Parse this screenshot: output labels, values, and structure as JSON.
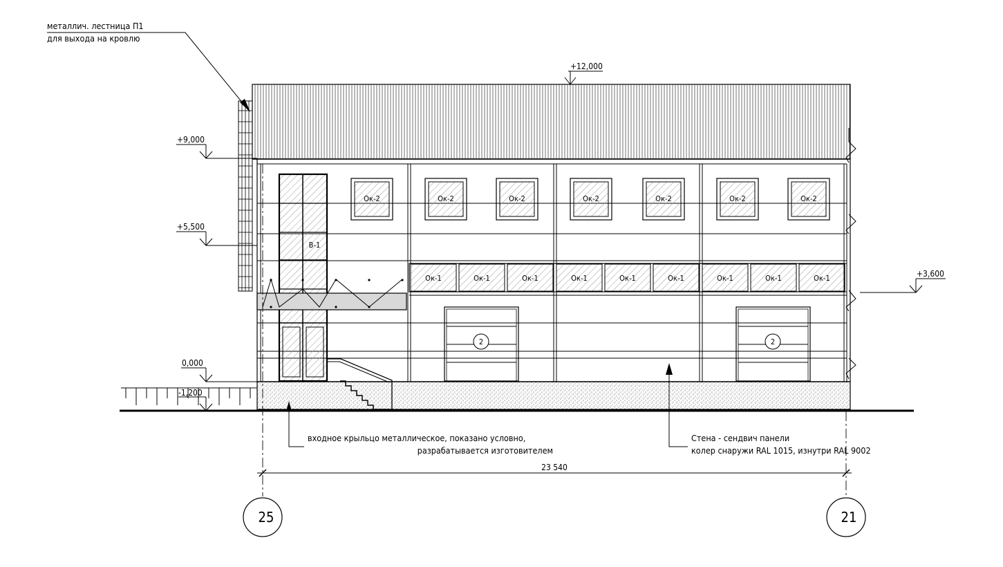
{
  "notes": {
    "ladder_line1": "металлич. лестница П1",
    "ladder_line2": "для выхода на кровлю",
    "porch_line1": "входное крыльцо металлическое, показано условно,",
    "porch_line2": "разрабатывается изготовителем",
    "wall_line1": "Стена - сендвич панели",
    "wall_line2": "колер снаружи RAL 1015, изнутри RAL 9002"
  },
  "levels": {
    "roof": "+12,000",
    "eave": "+9,000",
    "mid": "+5,500",
    "floor": "0,000",
    "ground": "-1,200",
    "window_band": "+3,600"
  },
  "dimension": "23 540",
  "axes": {
    "left": "25",
    "right": "21"
  },
  "marks": {
    "upper_windows": [
      "Ок-2",
      "Ок-2",
      "Ок-2",
      "Ок-2",
      "Ок-2",
      "Ок-2",
      "Ок-2"
    ],
    "band_windows": [
      "Ок-1",
      "Ок-1",
      "Ок-1",
      "Ок-1",
      "Ок-1",
      "Ок-1",
      "Ок-1",
      "Ок-1",
      "Ок-1"
    ],
    "vitrage": "В-1",
    "gates": [
      "2",
      "2"
    ]
  }
}
